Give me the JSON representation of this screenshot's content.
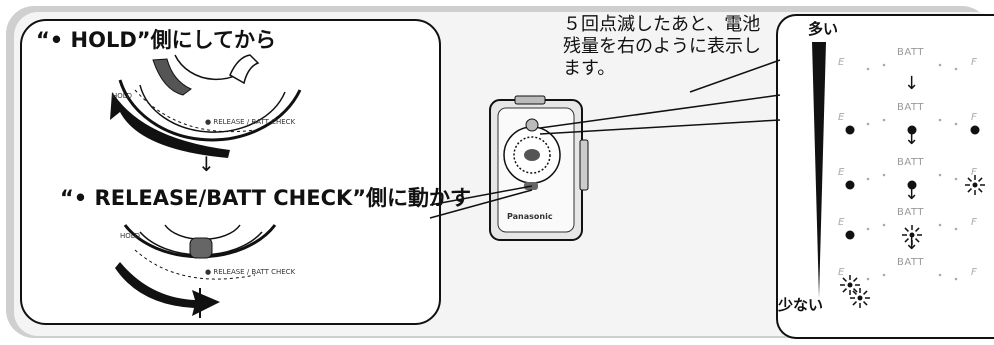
{
  "step1_label": "“• HOLD”側にしてから",
  "step2_label": "“• RELEASE/BATT CHECK”側に動かす",
  "between_arrow": "↓",
  "note_text": "５回点滅したあと、電池残量を右のように表示します。",
  "scale_high": "多い",
  "scale_low": "少ない",
  "batt_label": "BATT",
  "e_label": "E",
  "f_label": "F",
  "brand": "Panasonic",
  "hold_small": "HOLD",
  "release_small": "● RELEASE / BATT CHECK",
  "battery_levels": [
    {
      "left_dot": false,
      "center_dot": false,
      "right_dot": false,
      "blink": "none"
    },
    {
      "left_dot": true,
      "center_dot": true,
      "right_dot": true,
      "blink": "none"
    },
    {
      "left_dot": true,
      "center_dot": true,
      "right_dot": false,
      "blink": "right"
    },
    {
      "left_dot": true,
      "center_dot": false,
      "right_dot": false,
      "blink": "center"
    },
    {
      "left_dot": false,
      "center_dot": false,
      "right_dot": false,
      "blink": "left"
    }
  ]
}
